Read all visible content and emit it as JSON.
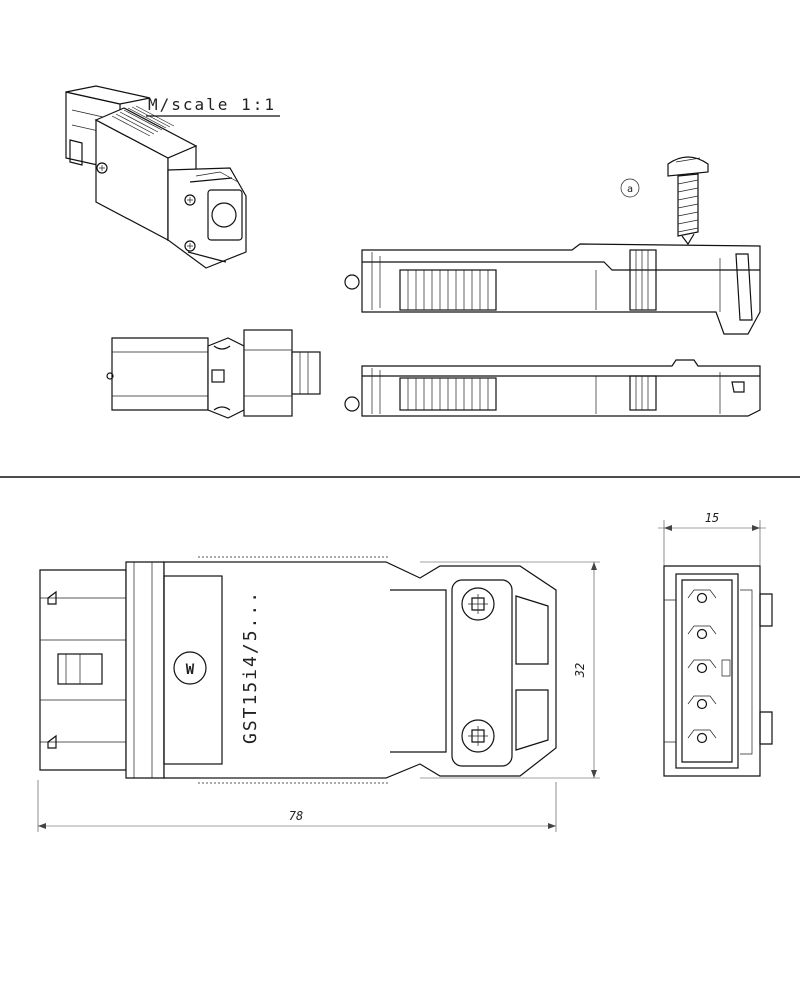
{
  "drawing": {
    "scale_label": "M/scale 1:1",
    "callout_label": "a",
    "part_marking": "GST15i4/5...",
    "logo_letter": "W",
    "dimensions": {
      "length": "78",
      "height": "32",
      "width": "15"
    }
  }
}
